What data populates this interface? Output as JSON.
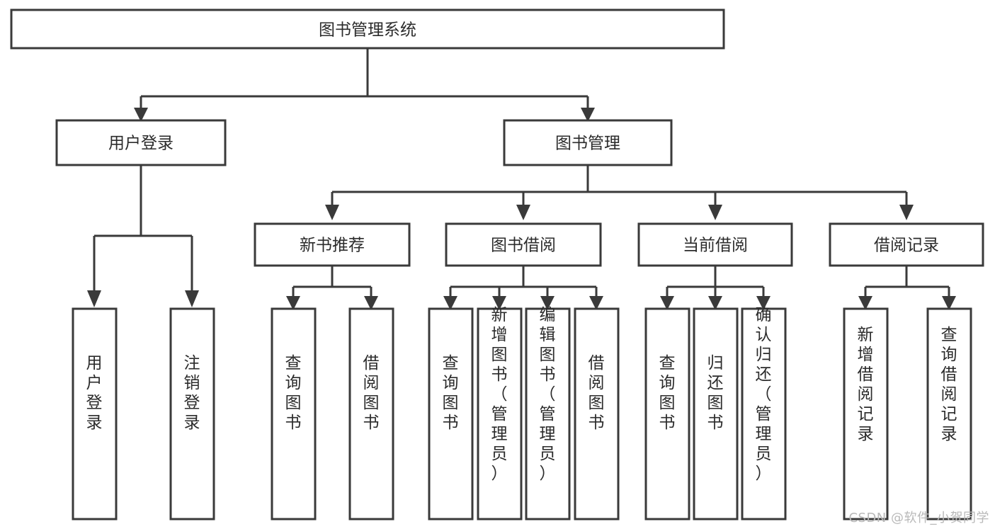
{
  "diagram": {
    "title": "图书管理系统",
    "type": "tree-hierarchy",
    "watermark": "CSDN @软件_小贺同学",
    "colors": {
      "stroke": "#3a3a3a",
      "fill": "#ffffff",
      "text": "#2b2b2b",
      "watermark": "#b9b9b9",
      "background": "#ffffff"
    },
    "root": {
      "label": "图书管理系统"
    },
    "level2": [
      {
        "label": "用户登录"
      },
      {
        "label": "图书管理"
      }
    ],
    "level3": [
      {
        "label": "新书推荐"
      },
      {
        "label": "图书借阅"
      },
      {
        "label": "当前借阅"
      },
      {
        "label": "借阅记录"
      }
    ],
    "leaves": {
      "user_login": [
        {
          "label": "用户登录"
        },
        {
          "label": "注销登录"
        }
      ],
      "new_book_recommend": [
        {
          "label": "查询图书"
        },
        {
          "label": "借阅图书"
        }
      ],
      "book_borrow": [
        {
          "label": "查询图书"
        },
        {
          "label": "新增图书（管理员）"
        },
        {
          "label": "编辑图书（管理员）"
        },
        {
          "label": "借阅图书"
        }
      ],
      "current_borrow": [
        {
          "label": "查询图书"
        },
        {
          "label": "归还图书"
        },
        {
          "label": "确认归还（管理员）"
        }
      ],
      "borrow_record": [
        {
          "label": "新增借阅记录"
        },
        {
          "label": "查询借阅记录"
        }
      ]
    }
  }
}
